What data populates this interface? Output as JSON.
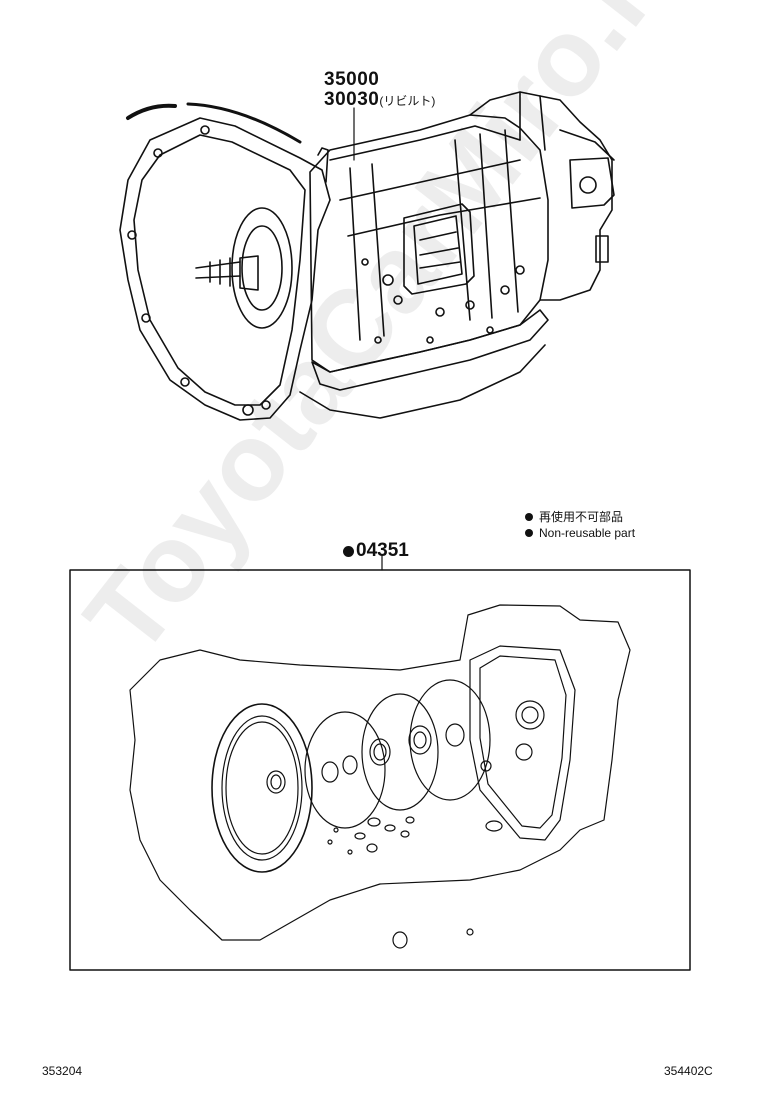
{
  "callouts": {
    "part_main": "35000",
    "part_rebuilt_number": "30030",
    "part_rebuilt_note": "(リビルト)",
    "gasket_kit": "04351"
  },
  "legend": {
    "jp": "再使用不可部品",
    "en": "Non-reusable part"
  },
  "footer": {
    "left_code": "353204",
    "right_code": "354402C"
  },
  "watermark": "ToyotaCarMiro.ru",
  "colors": {
    "ink": "#111111",
    "watermark": "#e6e6e6"
  }
}
